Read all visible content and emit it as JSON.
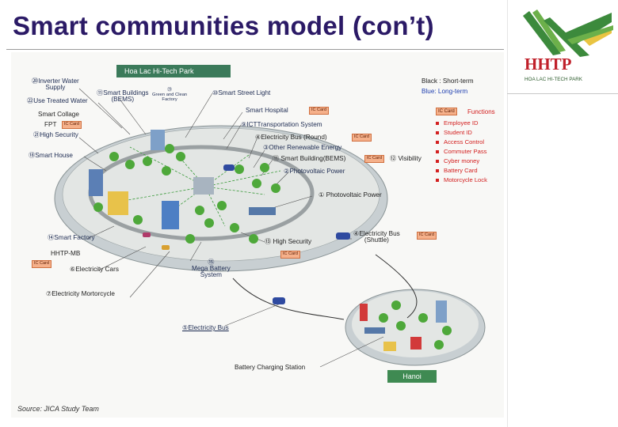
{
  "slide": {
    "title": "Smart communities model (con’t)"
  },
  "logo": {
    "mark": "HHTP",
    "subtitle": "HOA LAC HI-TECH PARK"
  },
  "diagram": {
    "header": "Hoa Lac Hi-Tech Park",
    "legend": {
      "short": "Black : Short-term",
      "long": "Blue: Long-term"
    },
    "functions": {
      "card": "IC Card",
      "title": "Functions",
      "items": [
        "Employee ID",
        "Student ID",
        "Access Control",
        "Commuter Pass",
        "Cyber money",
        "Battery Card",
        "Motorcycle Lock"
      ]
    },
    "ic_card": "IC Card",
    "ic_card_short": "IC Card",
    "labels": {
      "inverter": "⑳Inverter Water\nSupply",
      "treated_water": "㉒Use Treated Water",
      "smart_collage": "Smart Collage",
      "fpt": "FPT",
      "high_security_left": "㉑High Security",
      "smart_house": "⑱Smart House",
      "smart_buildings": "⑪Smart Buildings\n(BEMS)",
      "green_factory": "㉓\nGreen and Clean\nFactory",
      "street_light": "⑩Smart Street Light",
      "smart_hospital": "Smart Hospital",
      "ict_transport": "⑨ICTTransportation System",
      "ebus_round": "④Electricity Bus (Round)",
      "other_energy": "③Other Renewable Energy",
      "smart_building_bems": "⑪ Smart Building(BEMS)",
      "visibility": "⑫ Visibility",
      "pv_power_inner": "②Photovoltaic Power",
      "pv_power": "① Photovoltaic Power",
      "smart_factory": "⑭Smart Factory",
      "hhtp_mb": "HHTP-MB",
      "electric_cars": "⑥Electricity Cars",
      "mega_battery": "⑮\nMega Battery\nSystem",
      "high_security": "⑬ High Security",
      "ebus_shuttle": "④Electricity Bus\n(Shuttle)",
      "motorcycle": "⑦Electricity Mortorcycle",
      "ebus": "⑤Electricity Bus",
      "charging": "Battery Charging Station",
      "hanoi": "Hanoi"
    },
    "source": "Source: JICA Study Team"
  }
}
